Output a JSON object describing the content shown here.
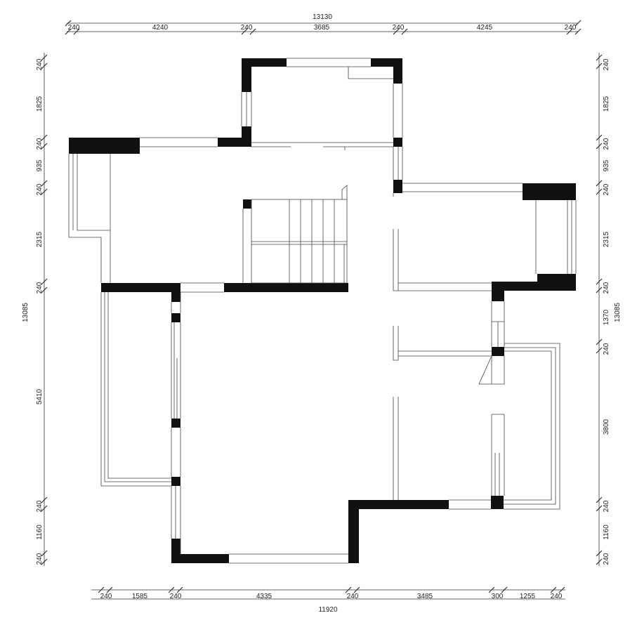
{
  "dimensions": {
    "top_total": "13130",
    "top": [
      "240",
      "4240",
      "240",
      "3685",
      "240",
      "4245",
      "240"
    ],
    "bottom_total": "11920",
    "bottom": [
      "240",
      "1585",
      "240",
      "4335",
      "240",
      "3485",
      "300",
      "1255",
      "240"
    ],
    "left_total": "13085",
    "left": [
      "240",
      "1825",
      "240",
      "935",
      "240",
      "2315",
      "240",
      "5410",
      "240",
      "1160",
      "240"
    ],
    "right_total": "13085",
    "right": [
      "240",
      "1825",
      "240",
      "935",
      "240",
      "2315",
      "240",
      "1370",
      "240",
      "3800",
      "240",
      "1160",
      "240"
    ]
  }
}
